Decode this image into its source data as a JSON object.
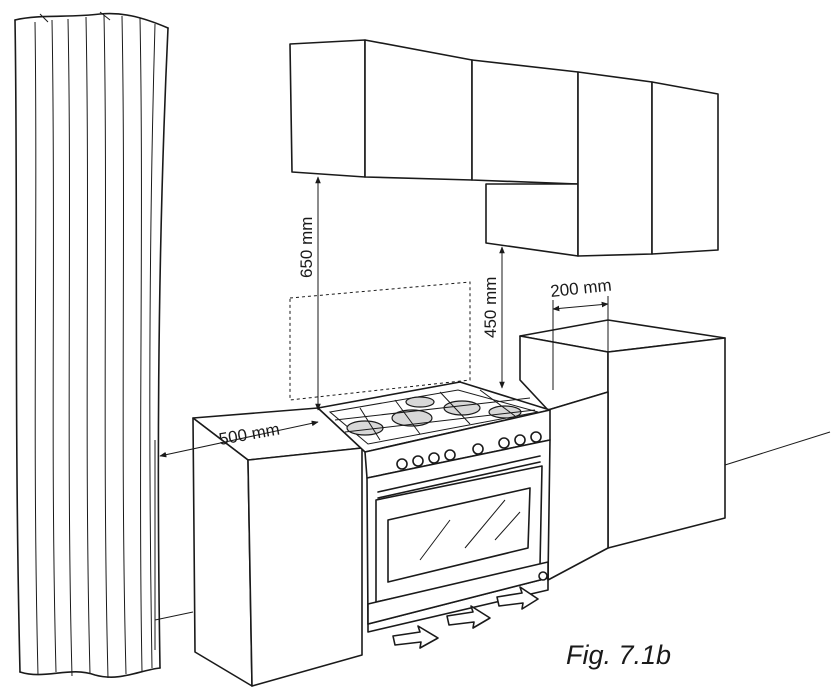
{
  "figure": {
    "caption": "Fig. 7.1b"
  },
  "dimensions": {
    "hood_height": "650 mm",
    "cabinet_height": "450 mm",
    "side_clearance": "200 mm",
    "wall_distance": "500 mm"
  }
}
